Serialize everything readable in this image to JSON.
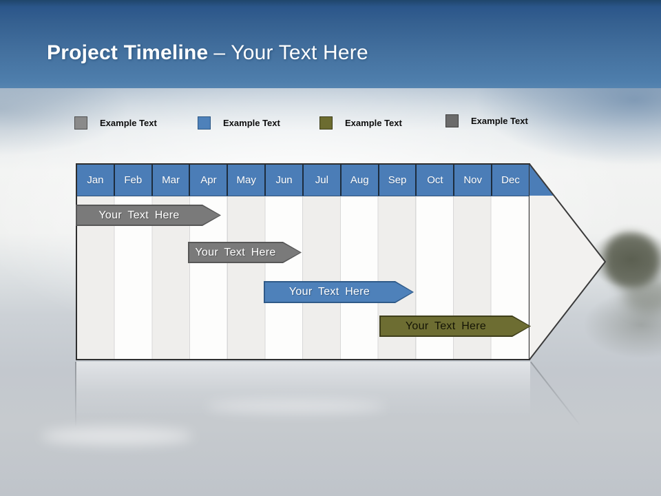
{
  "title": {
    "bold_part": "Project Timeline",
    "regular_part": "– Your Text Here"
  },
  "legend": {
    "items": [
      {
        "label": "Example Text",
        "swatch_color": "#8a8a8a",
        "swatch_border": "#4f4f4f"
      },
      {
        "label": "Example Text",
        "swatch_color": "#4e81ba",
        "swatch_border": "#2c5784"
      },
      {
        "label": "Example Text",
        "swatch_color": "#6c6c30",
        "swatch_border": "#3c3c18"
      },
      {
        "label": "Example Text",
        "swatch_color": "#6b6b6b",
        "swatch_border": "#3f3f3f"
      }
    ]
  },
  "timeline": {
    "months": [
      "Jan",
      "Feb",
      "Mar",
      "Apr",
      "May",
      "Jun",
      "Jul",
      "Aug",
      "Sep",
      "Oct",
      "Nov",
      "Dec"
    ],
    "header_color": "#4b7db7",
    "bars": [
      {
        "label": "Your Text Here",
        "start_month": "Jan",
        "fill": "#7a7a7a",
        "border": "#575757",
        "text_color": "#ffffff"
      },
      {
        "label": "Your Text Here",
        "start_month": "Apr",
        "fill": "#7a7a7a",
        "border": "#575757",
        "text_color": "#ffffff"
      },
      {
        "label": "Your Text Here",
        "start_month": "Jun",
        "fill": "#4e81ba",
        "border": "#2f5a88",
        "text_color": "#ffffff"
      },
      {
        "label": "Your Text Here",
        "start_month": "Sep",
        "fill": "#6d6d32",
        "border": "#3e3e1a",
        "text_color": "#141405"
      }
    ]
  }
}
